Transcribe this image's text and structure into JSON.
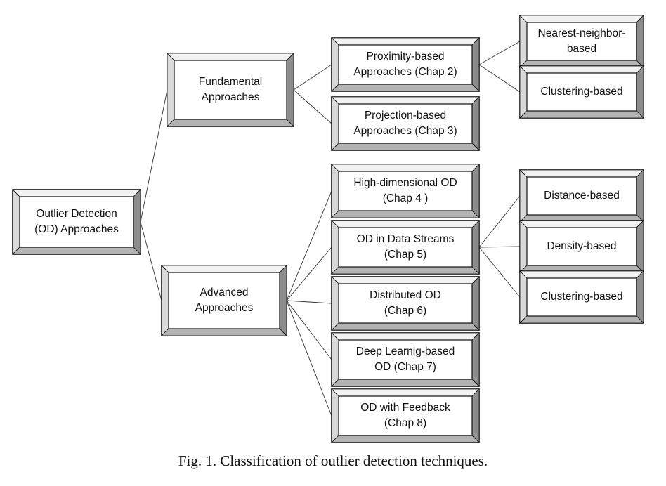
{
  "nodes": [
    {
      "id": "root",
      "lines": [
        "Outlier Detection",
        "(OD) Approaches"
      ]
    },
    {
      "id": "fundamental",
      "lines": [
        "Fundamental",
        "Approaches"
      ]
    },
    {
      "id": "advanced",
      "lines": [
        "Advanced",
        "Approaches"
      ]
    },
    {
      "id": "proximity",
      "lines": [
        "Proximity-based",
        "Approaches (Chap 2)"
      ]
    },
    {
      "id": "projection",
      "lines": [
        "Projection-based",
        "Approaches (Chap 3)"
      ]
    },
    {
      "id": "nearest",
      "lines": [
        "Nearest-neighbor-",
        "based"
      ]
    },
    {
      "id": "clustering1",
      "lines": [
        "Clustering-based"
      ]
    },
    {
      "id": "highdim",
      "lines": [
        "High-dimensional OD",
        "(Chap 4 )"
      ]
    },
    {
      "id": "streams",
      "lines": [
        "OD in Data Streams",
        "(Chap 5)"
      ]
    },
    {
      "id": "distributed",
      "lines": [
        "Distributed OD",
        "(Chap 6)"
      ]
    },
    {
      "id": "deep",
      "lines": [
        "Deep Learnig-based",
        "OD (Chap 7)"
      ]
    },
    {
      "id": "feedback",
      "lines": [
        "OD with Feedback",
        "(Chap 8)"
      ]
    },
    {
      "id": "distance",
      "lines": [
        "Distance-based"
      ]
    },
    {
      "id": "density",
      "lines": [
        "Density-based"
      ]
    },
    {
      "id": "clustering2",
      "lines": [
        "Clustering-based"
      ]
    }
  ],
  "edges": [
    [
      "root",
      "fundamental"
    ],
    [
      "root",
      "advanced"
    ],
    [
      "fundamental",
      "proximity"
    ],
    [
      "fundamental",
      "projection"
    ],
    [
      "proximity",
      "nearest"
    ],
    [
      "proximity",
      "clustering1"
    ],
    [
      "advanced",
      "highdim"
    ],
    [
      "advanced",
      "streams"
    ],
    [
      "advanced",
      "distributed"
    ],
    [
      "advanced",
      "deep"
    ],
    [
      "advanced",
      "feedback"
    ],
    [
      "streams",
      "distance"
    ],
    [
      "streams",
      "density"
    ],
    [
      "streams",
      "clustering2"
    ]
  ],
  "caption": "Fig. 1.  Classification of outlier detection techniques."
}
